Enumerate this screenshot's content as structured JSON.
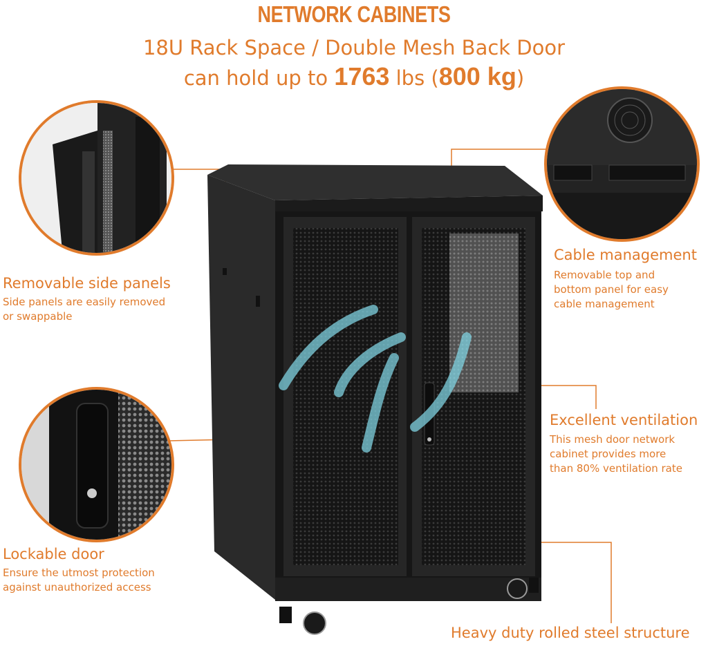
{
  "header": {
    "title": "NETWORK CABINETS",
    "subtitle_line1": "18U Rack Space / Double Mesh Back Door",
    "subtitle_line2_prefix": "can hold up to ",
    "subtitle_line2_weight_lbs": "1763",
    "subtitle_line2_mid": " lbs (",
    "subtitle_line2_weight_kg": "800 kg",
    "subtitle_line2_suffix": ")"
  },
  "features": {
    "side_panels": {
      "heading": "Removable side panels",
      "line1": "Side panels are easily removed",
      "line2": "or swappable"
    },
    "lockable_door": {
      "heading": "Lockable door",
      "line1": "Ensure the utmost protection",
      "line2": "against unauthorized access"
    },
    "cable_management": {
      "heading": "Cable management",
      "line1": "Removable top and",
      "line2": "bottom panel for easy",
      "line3": "cable management"
    },
    "ventilation": {
      "heading": "Excellent ventilation",
      "line1": "This mesh door network",
      "line2": "cabinet provides more",
      "line3": "than 80% ventilation rate"
    },
    "structure": {
      "heading": "Heavy duty rolled steel structure"
    }
  },
  "colors": {
    "accent": "#e07b2c",
    "cabinet": "#1c1c1c",
    "airflow": "#7fd1e0"
  }
}
